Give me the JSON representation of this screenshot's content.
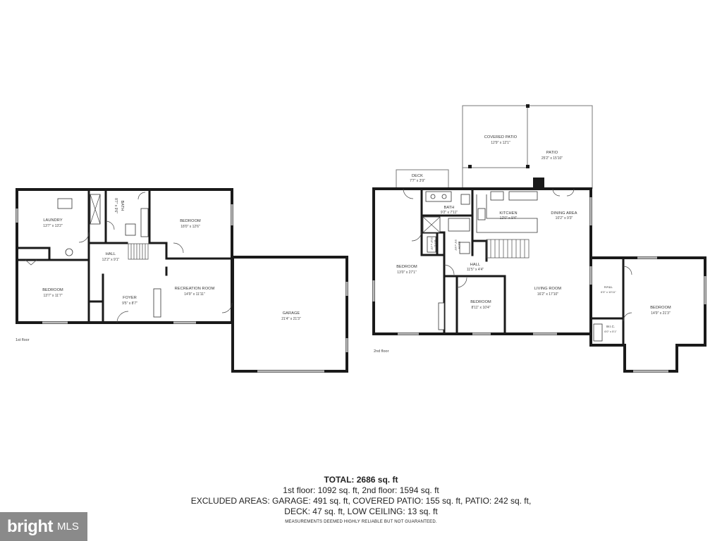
{
  "floors": {
    "first": {
      "label": "1st floor",
      "rooms": {
        "laundry": {
          "name": "LAUNDRY",
          "dims": "13'7\" x 13'2\""
        },
        "bath": {
          "name": "BATH",
          "dims": "8'7\" x 9'6\""
        },
        "bedroom_top": {
          "name": "BEDROOM",
          "dims": "18'0\" x 12'6\""
        },
        "hall": {
          "name": "HALL",
          "dims": "12'2\" x 9'1\""
        },
        "bedroom_left": {
          "name": "BEDROOM",
          "dims": "13'7\" x 11'7\""
        },
        "foyer": {
          "name": "FOYER",
          "dims": "9'5\" x 8'7\""
        },
        "recreation": {
          "name": "RECREATION ROOM",
          "dims": "14'9\" x 11'11\""
        },
        "garage": {
          "name": "GARAGE",
          "dims": "21'4\" x 21'3\""
        }
      }
    },
    "second": {
      "label": "2nd floor",
      "rooms": {
        "covered_patio": {
          "name": "COVERED PATIO",
          "dims": "12'9\" x 12'1\""
        },
        "patio": {
          "name": "PATIO",
          "dims": "25'2\" x 15'10\""
        },
        "deck": {
          "name": "DECK",
          "dims": "7'7\" x 3'9\""
        },
        "bath": {
          "name": "BATH",
          "dims": "9'2\" x 7'11\""
        },
        "kitchen": {
          "name": "KITCHEN",
          "dims": "12'0\" x 9'4\""
        },
        "dining": {
          "name": "DINING AREA",
          "dims": "10'2\" x 9'3\""
        },
        "wic_small": {
          "name": "W.I.C.",
          "dims": "5'10\" x 4'5\""
        },
        "bath_small": {
          "name": "BATH",
          "dims": "5'6\" x 6'6\""
        },
        "bedroom_left": {
          "name": "BEDROOM",
          "dims": "13'0\" x 27'1\""
        },
        "hall": {
          "name": "HALL",
          "dims": "11'5\" x 4'4\""
        },
        "bedroom_mid": {
          "name": "BEDROOM",
          "dims": "8'11\" x 10'4\""
        },
        "living": {
          "name": "LIVING ROOM",
          "dims": "16'2\" x 17'10\""
        },
        "hall_right": {
          "name": "HALL",
          "dims": "6'3\" x 10'11\""
        },
        "bedroom_right": {
          "name": "BEDROOM",
          "dims": "14'9\" x 21'3\""
        },
        "wic_right": {
          "name": "W.I.C.",
          "dims": "6'0\" x 5'1\""
        }
      }
    }
  },
  "summary": {
    "total": "TOTAL: 2686 sq. ft",
    "line1": "1st floor: 1092 sq. ft, 2nd floor: 1594 sq. ft",
    "line2": "EXCLUDED AREAS: GARAGE: 491 sq. ft, COVERED PATIO: 155 sq. ft, PATIO: 242 sq. ft,",
    "line3": "DECK: 47 sq. ft, LOW CEILING: 13 sq. ft",
    "disclaimer": "MEASUREMENTS DEEMED HIGHLY RELIABLE BUT NOT GUARANTEED."
  },
  "brand": {
    "word": "bright",
    "sub": "MLS"
  }
}
